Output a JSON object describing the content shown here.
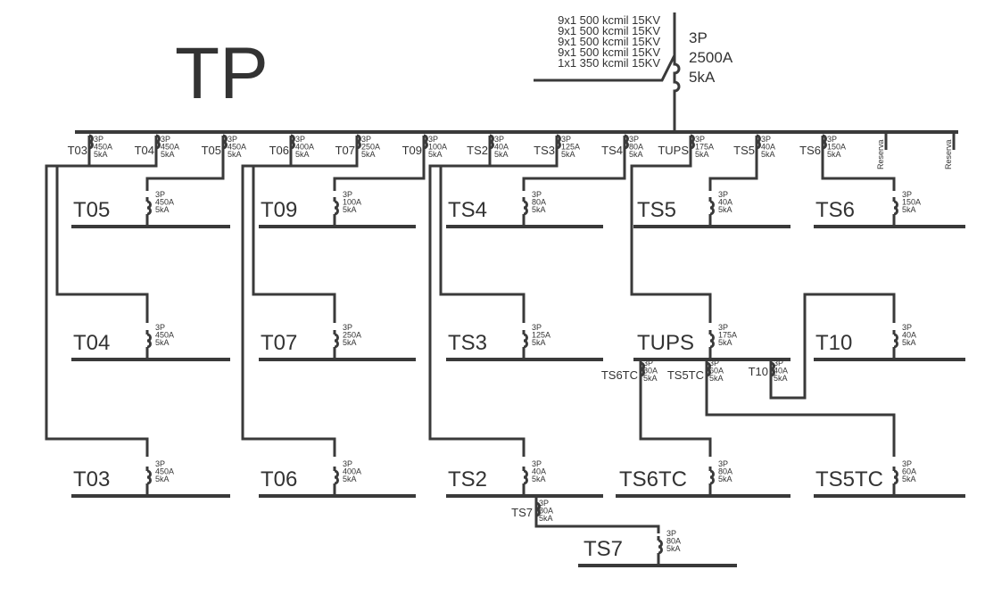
{
  "panel": {
    "title": "TP",
    "feeder_cables": [
      "9x1 500 kcmil 15KV",
      "9x1 500 kcmil 15KV",
      "9x1 500 kcmil 15KV",
      "9x1 500 kcmil 15KV",
      "1x1 350 kcmil 15KV"
    ],
    "main_breaker": [
      "3P",
      "2500A",
      "5kA"
    ]
  },
  "bus_breakers": [
    {
      "tag": "T03",
      "rating": [
        "3P",
        "450A",
        "5kA"
      ]
    },
    {
      "tag": "T04",
      "rating": [
        "3P",
        "450A",
        "5kA"
      ]
    },
    {
      "tag": "T05",
      "rating": [
        "3P",
        "450A",
        "5kA"
      ]
    },
    {
      "tag": "T06",
      "rating": [
        "3P",
        "400A",
        "5kA"
      ]
    },
    {
      "tag": "T07",
      "rating": [
        "3P",
        "250A",
        "5kA"
      ]
    },
    {
      "tag": "T09",
      "rating": [
        "3P",
        "100A",
        "5kA"
      ]
    },
    {
      "tag": "TS2",
      "rating": [
        "3P",
        "40A",
        "5kA"
      ]
    },
    {
      "tag": "TS3",
      "rating": [
        "3P",
        "125A",
        "5kA"
      ]
    },
    {
      "tag": "TS4",
      "rating": [
        "3P",
        "80A",
        "5kA"
      ]
    },
    {
      "tag": "TUPS",
      "rating": [
        "3P",
        "175A",
        "5kA"
      ]
    },
    {
      "tag": "TS5",
      "rating": [
        "3P",
        "40A",
        "5kA"
      ]
    },
    {
      "tag": "TS6",
      "rating": [
        "3P",
        "150A",
        "5kA"
      ]
    }
  ],
  "spares": [
    "Reserva",
    "Reserva"
  ],
  "sub_panels": [
    {
      "name": "T05",
      "rating": [
        "3P",
        "450A",
        "5kA"
      ]
    },
    {
      "name": "T09",
      "rating": [
        "3P",
        "100A",
        "5kA"
      ]
    },
    {
      "name": "TS4",
      "rating": [
        "3P",
        "80A",
        "5kA"
      ]
    },
    {
      "name": "TS5",
      "rating": [
        "3P",
        "40A",
        "5kA"
      ]
    },
    {
      "name": "TS6",
      "rating": [
        "3P",
        "150A",
        "5kA"
      ]
    },
    {
      "name": "T04",
      "rating": [
        "3P",
        "450A",
        "5kA"
      ]
    },
    {
      "name": "T07",
      "rating": [
        "3P",
        "250A",
        "5kA"
      ]
    },
    {
      "name": "TS3",
      "rating": [
        "3P",
        "125A",
        "5kA"
      ]
    },
    {
      "name": "TUPS",
      "rating": [
        "3P",
        "175A",
        "5kA"
      ]
    },
    {
      "name": "T10",
      "rating": [
        "3P",
        "40A",
        "5kA"
      ]
    },
    {
      "name": "T03",
      "rating": [
        "3P",
        "450A",
        "5kA"
      ]
    },
    {
      "name": "T06",
      "rating": [
        "3P",
        "400A",
        "5kA"
      ]
    },
    {
      "name": "TS2",
      "rating": [
        "3P",
        "40A",
        "5kA"
      ]
    },
    {
      "name": "TS6TC",
      "rating": [
        "3P",
        "80A",
        "5kA"
      ]
    },
    {
      "name": "TS5TC",
      "rating": [
        "3P",
        "60A",
        "5kA"
      ]
    },
    {
      "name": "TS7",
      "rating": [
        "3P",
        "80A",
        "5kA"
      ]
    }
  ],
  "secondary_breakers": [
    {
      "tag": "TS6TC",
      "rating": [
        "3P",
        "80A",
        "5kA"
      ]
    },
    {
      "tag": "TS5TC",
      "rating": [
        "3P",
        "60A",
        "5kA"
      ]
    },
    {
      "tag": "T10",
      "rating": [
        "3P",
        "40A",
        "5kA"
      ]
    },
    {
      "tag": "TS7",
      "rating": [
        "3P",
        "80A",
        "5kA"
      ]
    }
  ]
}
